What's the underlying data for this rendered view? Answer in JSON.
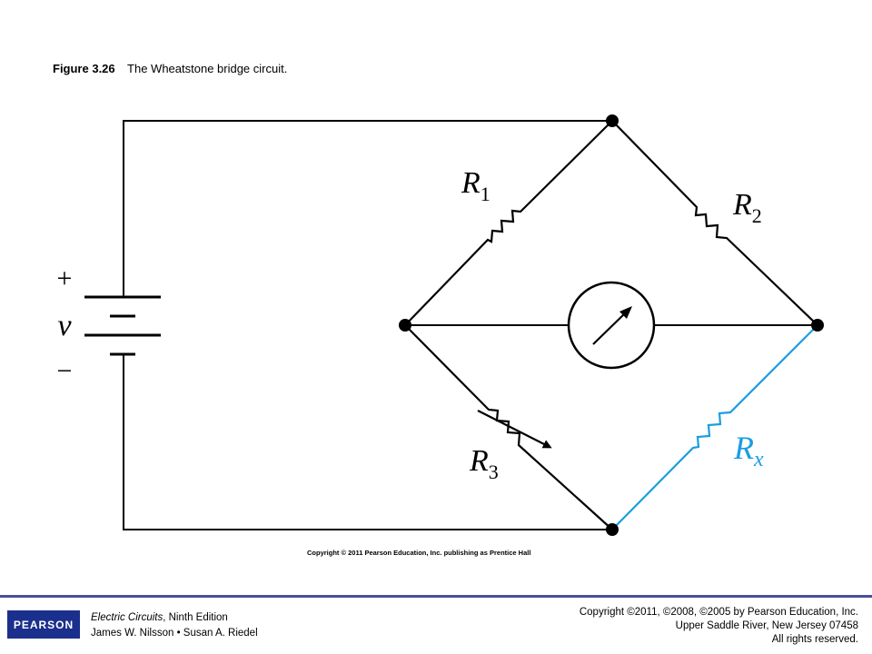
{
  "figure": {
    "number": "Figure 3.26",
    "title": "The Wheatstone bridge circuit."
  },
  "circuit": {
    "source_label": "v",
    "plus_sign": "+",
    "minus_sign": "−",
    "resistors": [
      {
        "name": "R",
        "subscript": "1"
      },
      {
        "name": "R",
        "subscript": "2"
      },
      {
        "name": "R",
        "subscript": "3",
        "variable": true
      },
      {
        "name": "R",
        "subscript": "x",
        "highlight": true
      }
    ],
    "colors": {
      "wire": "#000000",
      "highlight": "#1a9ee0"
    }
  },
  "inner_copyright": "Copyright © 2011 Pearson Education, Inc. publishing as Prentice Hall",
  "footer": {
    "logo_text": "PEARSON",
    "book_title": "Electric Circuits",
    "book_edition": ", Ninth Edition",
    "authors": "James W. Nilsson • Susan A. Riedel",
    "copyright_line1": "Copyright ©2011, ©2008, ©2005 by Pearson Education, Inc.",
    "copyright_line2": "Upper Saddle River, New Jersey 07458",
    "copyright_line3": "All rights reserved."
  }
}
